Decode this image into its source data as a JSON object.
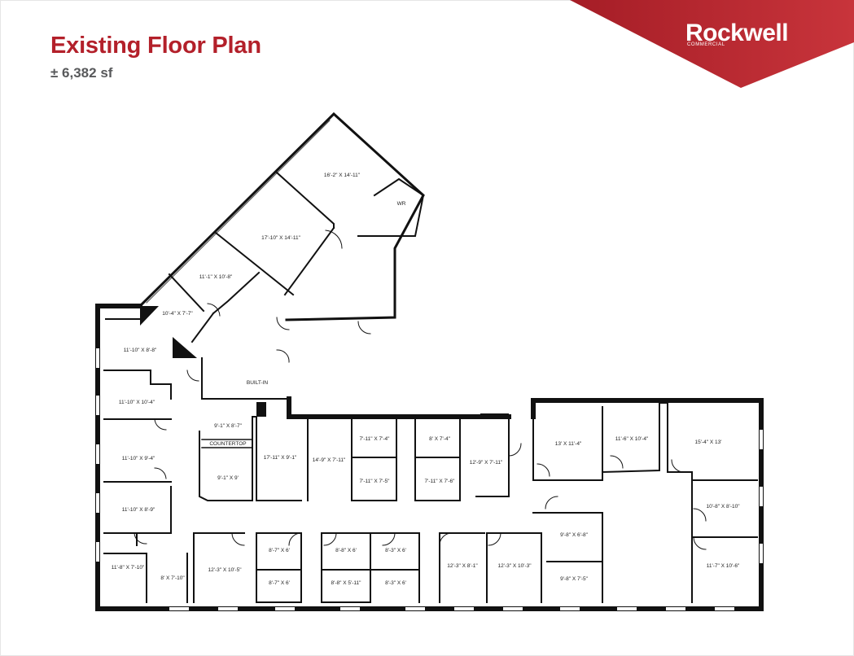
{
  "header": {
    "title": "Existing Floor Plan",
    "area": "± 6,382 sf"
  },
  "brand": {
    "logo_text": "Rockwell",
    "logo_sub": "COMMERCIAL",
    "accent_color": "#b3202a"
  },
  "floor_plan": {
    "rooms": [
      {
        "label": "16'-2\" X 14'-11\""
      },
      {
        "label": "WR"
      },
      {
        "label": "17'-10\" X 14'-11\""
      },
      {
        "label": "11'-1\" X 10'-8\""
      },
      {
        "label": "10'-4\" X 7'-7\""
      },
      {
        "label": "11'-10\" X 8'-8\""
      },
      {
        "label": "BUILT-IN"
      },
      {
        "label": "11'-10\" X 10'-4\""
      },
      {
        "label": "9'-1\" X 8'-7\""
      },
      {
        "label": "COUNTERTOP"
      },
      {
        "label": "11'-10\" X 9'-4\""
      },
      {
        "label": "9'-1\" X 9'"
      },
      {
        "label": "11'-10\" X 8'-9\""
      },
      {
        "label": "17'-11\" X 9'-1\""
      },
      {
        "label": "14'-9\" X 7'-11\""
      },
      {
        "label": "7'-11\" X 7'-4\""
      },
      {
        "label": "8' X 7'-4\""
      },
      {
        "label": "7'-11\" X 7'-5\""
      },
      {
        "label": "7'-11\" X 7'-6\""
      },
      {
        "label": "12'-9\" X 7'-11\""
      },
      {
        "label": "13' X 11'-4\""
      },
      {
        "label": "11'-6\" X 10'-4\""
      },
      {
        "label": "15'-4\" X 13'"
      },
      {
        "label": "10'-8\" X 8'-10\""
      },
      {
        "label": "9'-8\" X 6'-8\""
      },
      {
        "label": "9'-8\" X 7'-5\""
      },
      {
        "label": "11'-7\" X 10'-6\""
      },
      {
        "label": "11'-8\" X 7'-10\""
      },
      {
        "label": "8' X 7'-10\""
      },
      {
        "label": "12'-3\" X 10'-5\""
      },
      {
        "label": "8'-7\" X 6'"
      },
      {
        "label": "8'-7\" X 6'"
      },
      {
        "label": "8'-8\" X 6'"
      },
      {
        "label": "8'-8\" X 5'-11\""
      },
      {
        "label": "8'-3\" X 6'"
      },
      {
        "label": "8'-3\" X 6'"
      },
      {
        "label": "12'-3\" X 8'-1\""
      },
      {
        "label": "12'-3\" X 10'-3\""
      }
    ]
  }
}
